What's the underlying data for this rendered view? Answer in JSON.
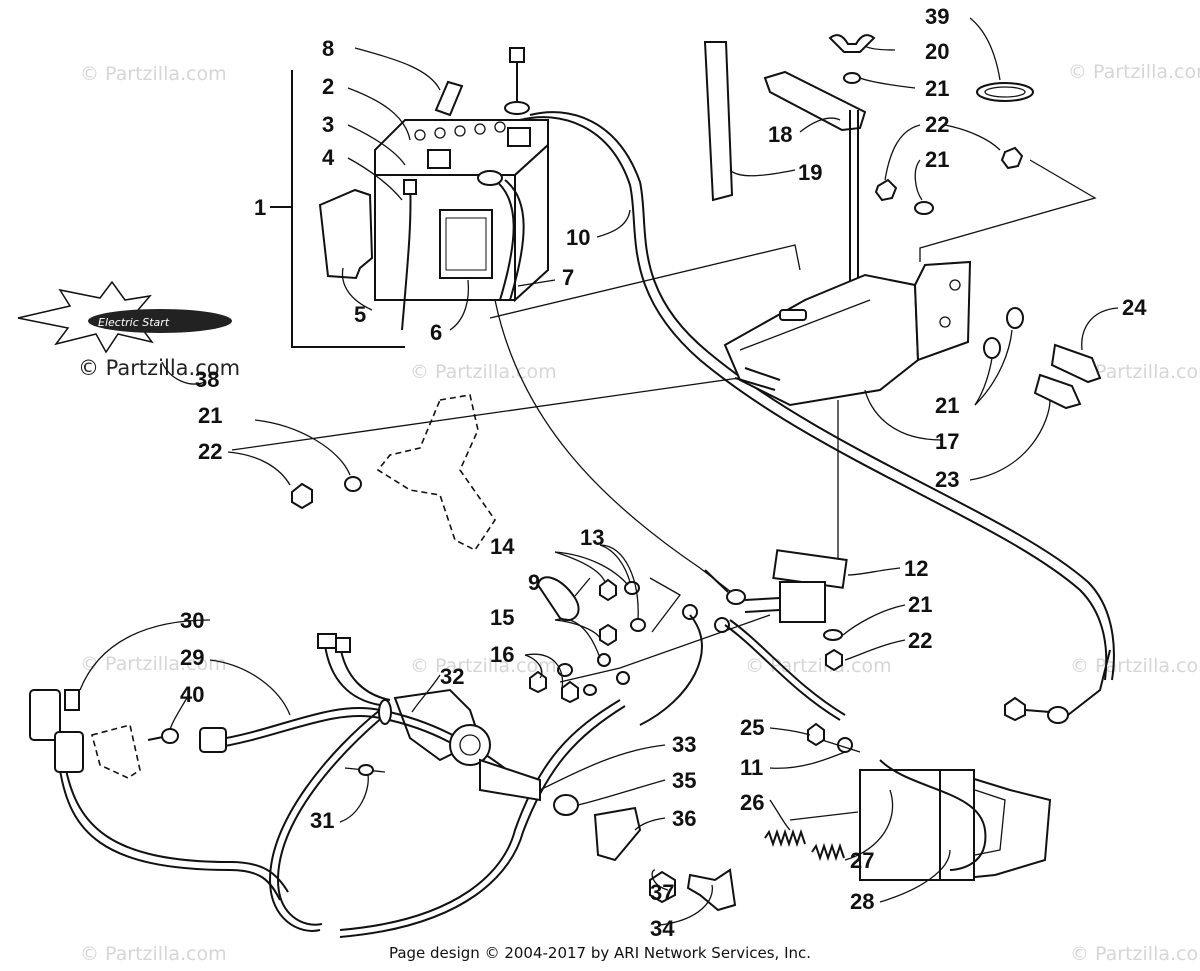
{
  "watermarks": {
    "brand": "© Partzilla.com",
    "repeated": "© Partzilla.com"
  },
  "logo": {
    "name": "electric-start-badge",
    "text": "Electric Start"
  },
  "callouts": {
    "c1": "1",
    "c2": "2",
    "c3": "3",
    "c4": "4",
    "c5": "5",
    "c6": "6",
    "c7": "7",
    "c8": "8",
    "c9": "9",
    "c10": "10",
    "c11": "11",
    "c12": "12",
    "c13": "13",
    "c14": "14",
    "c15": "15",
    "c16": "16",
    "c17": "17",
    "c18": "18",
    "c19": "19",
    "c20": "20",
    "c21a": "21",
    "c21b": "21",
    "c21c": "21",
    "c21d": "21",
    "c21e": "21",
    "c22a": "22",
    "c22b": "22",
    "c22c": "22",
    "c23": "23",
    "c24": "24",
    "c25": "25",
    "c26": "26",
    "c27": "27",
    "c28": "28",
    "c29": "29",
    "c30": "30",
    "c31": "31",
    "c32": "32",
    "c33": "33",
    "c34": "34",
    "c35": "35",
    "c36": "36",
    "c37": "37",
    "c38": "38",
    "c39": "39",
    "c40": "40"
  },
  "footer": {
    "text": "Page design © 2004-2017 by ARI Network Services, Inc."
  }
}
